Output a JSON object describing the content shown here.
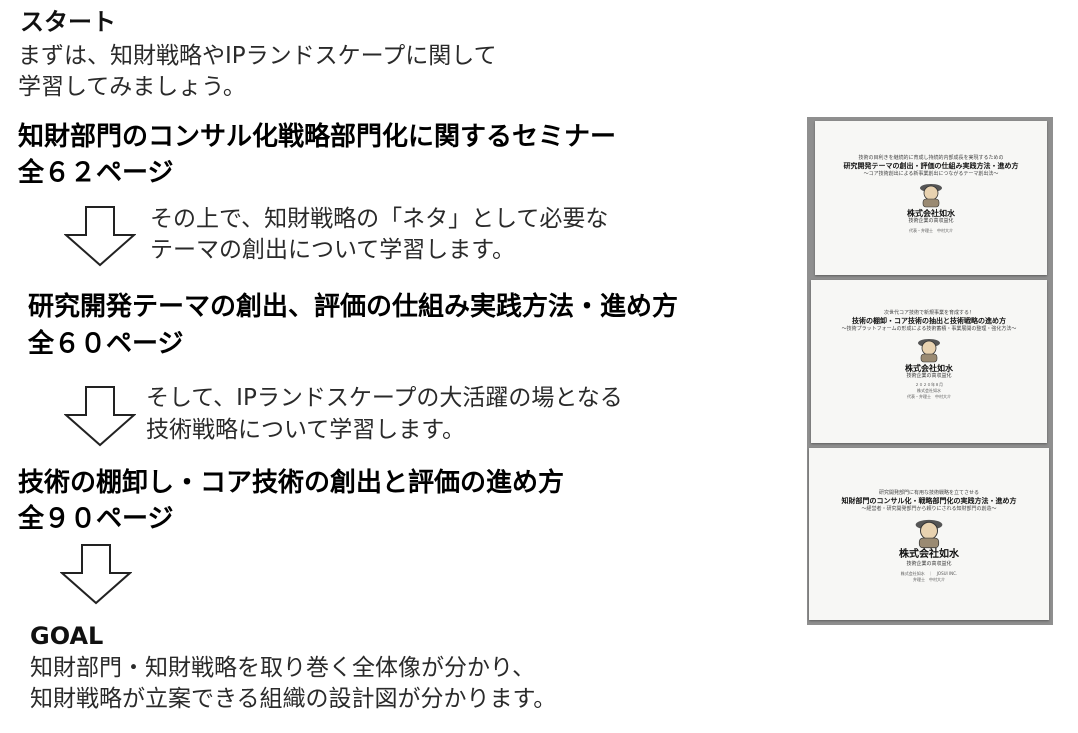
{
  "start": {
    "heading": "スタート",
    "line1": "まずは、知財戦略やIPランドスケープに関して",
    "line2": "学習してみましょう。"
  },
  "step1": {
    "title": "知財部門のコンサル化戦略部門化に関するセミナー",
    "pages": "全６２ページ",
    "note_line1": "その上で、知財戦略の「ネタ」として必要な",
    "note_line2": "テーマの創出について学習します。"
  },
  "step2": {
    "title": "研究開発テーマの創出、評価の仕組み実践方法・進め方",
    "pages": "全６０ページ",
    "note_line1": "そして、IPランドスケープの大活躍の場となる",
    "note_line2": "技術戦略について学習します。"
  },
  "step3": {
    "title": "技術の棚卸し・コア技術の創出と評価の進め方",
    "pages": "全９０ページ"
  },
  "goal": {
    "heading": "GOAL",
    "line1": "知財部門・知財戦略を取り巻く全体像が分かり、",
    "line2": "知財戦略が立案できる組織の設計図が分かります。"
  },
  "photo": {
    "doc1": {
      "subtitle": "技術の目利きを継続的に育成し持続的内部成長を実現するための",
      "title": "研究開発テーマの創出・評価の仕組み実践方法・進め方",
      "tagline": "〜コア技術創出による新事業創出につながるテーマ創出法〜",
      "company": "株式会社如水",
      "motto": "技術企業の高収益化",
      "footer": "代表・弁理士　中村大介"
    },
    "doc2": {
      "subtitle": "次世代コア技術で新規事業を育成する！",
      "title": "技術の棚卸・コア技術の抽出と技術戦略の進め方",
      "tagline": "〜技術プラットフォームの形成による技術蓄積・事業展開の整理・強化方法〜",
      "company": "株式会社如水",
      "motto": "技術企業の高収益化",
      "date": "２０２０年８月",
      "footer1": "株式会社如水",
      "footer2": "代表・弁理士　中村大介"
    },
    "doc3": {
      "subtitle": "研究開発部門に有用な技術戦略を立てさせる",
      "title": "知財部門のコンサル化・戦略部門化の実践方法・進め方",
      "tagline": "〜経営者・研究開発部門から頼りにされる知財部門の創造〜",
      "company": "株式会社如水",
      "motto": "技術企業の高収益化",
      "footer1": "株式会社如水　｜　JOSUI INC.",
      "footer2": "弁理士　中村大介"
    }
  },
  "colors": {
    "text": "#111111",
    "arrow": "#222222",
    "photo_bg": "#8f8f8f",
    "paper": "#f7f7f5"
  }
}
